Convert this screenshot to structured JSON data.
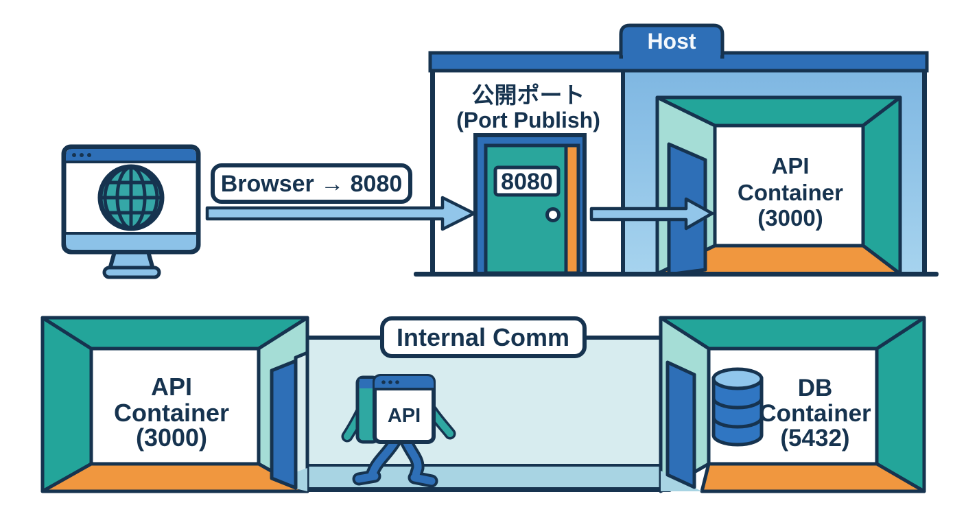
{
  "top": {
    "host_label": "Host",
    "port_label_jp": "公開ポート",
    "port_label_en": "(Port Publish)",
    "door_number": "8080",
    "browser_arrow_label": "Browser → 8080",
    "api_room": {
      "line1": "API",
      "line2": "Container",
      "line3": "(3000)"
    }
  },
  "bottom": {
    "internal_comm_label": "Internal Comm",
    "api_room": {
      "line1": "API",
      "line2": "Container",
      "line3": "(3000)"
    },
    "db_room": {
      "line1": "DB",
      "line2": "Container",
      "line3": "(5432)"
    },
    "walker_label": "API"
  },
  "icons": [
    "browser-monitor-icon",
    "globe-icon",
    "door-icon",
    "open-door-icon",
    "database-icon",
    "walking-api-icon",
    "right-arrow-icon"
  ],
  "colors": {
    "outline_navy": "#16334f",
    "brand_blue": "#2e6fb7",
    "light_blue": "#8cc2e8",
    "arrow_blue": "#92c6ea",
    "teal": "#23a59a",
    "light_teal": "#a5ddd6",
    "orange_floor": "#f0973f",
    "pale_corridor": "#d7ecef",
    "corridor_floor": "#a8d4e3",
    "db_blue": "#3076c2",
    "db_light_blue": "#90c6ec",
    "white": "#ffffff"
  }
}
